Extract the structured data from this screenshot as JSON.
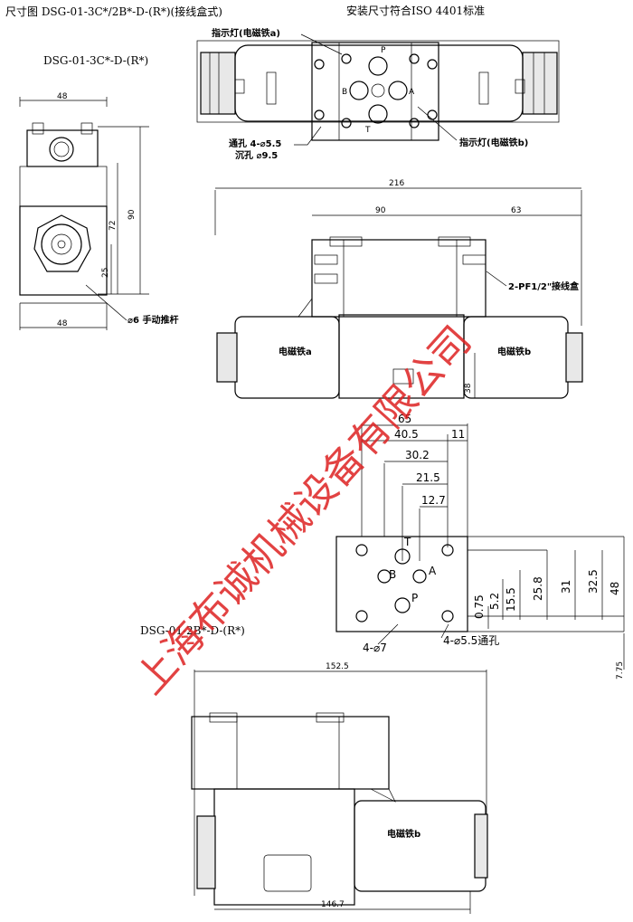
{
  "titles": {
    "main": "尺寸图 DSG-01-3C*/2B*-D-(R*)(接线盒式)",
    "standard": "安装尺寸符合ISO 4401标准",
    "model_3c": "DSG-01-3C*-D-(R*)",
    "model_2b": "DSG-01-2B*-D-(R*)"
  },
  "labels": {
    "indicator_a": "指示灯(电磁铁a)",
    "indicator_b": "指示灯(电磁铁b)",
    "through_hole": "通孔 4-⌀5.5",
    "counterbore": "沉孔 ⌀9.5",
    "manual_push": "⌀6 手动推杆",
    "junction_box": "2-PF1/2\"接线盒",
    "solenoid_a": "电磁铁a",
    "solenoid_b": "电磁铁b",
    "port_p": "P",
    "port_t": "T",
    "port_a": "A",
    "port_b": "B",
    "holes_7": "4-⌀7",
    "holes_55": "4-⌀5.5通孔"
  },
  "dims": {
    "w48_top": "48",
    "w48_bot": "48",
    "h90": "90",
    "h72": "72",
    "h25": "25",
    "w216": "216",
    "w90": "90",
    "w63": "63",
    "h38": "38",
    "d65": "65",
    "d40_5": "40.5",
    "d11": "11",
    "d30_2": "30.2",
    "d21_5": "21.5",
    "d12_7": "12.7",
    "d0_75": "0.75",
    "d5_2": "5.2",
    "d15_5": "15.5",
    "d25_8": "25.8",
    "d31": "31",
    "d32_5": "32.5",
    "d48": "48",
    "d7_75": "7.75",
    "w152_5": "152.5",
    "w146_7": "146.7"
  },
  "watermark": "上海布诚机械设备有限公司"
}
